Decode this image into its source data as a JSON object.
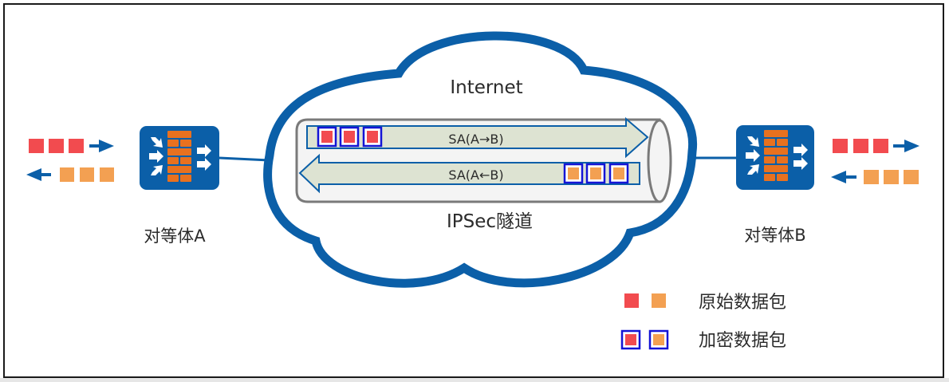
{
  "colors": {
    "brand_blue": "#0b5fa8",
    "packet_red": "#f24b4f",
    "packet_orange": "#f3a052",
    "encrypt_border": "#1414d6",
    "firewall_brick": "#e8711f",
    "tunnel_arrow_fill": "#dde3d2",
    "tunnel_outline": "#7a7a7a",
    "text": "#2b2b2b"
  },
  "cloud": {
    "label": "Internet"
  },
  "tunnel": {
    "label": "IPSec隧道",
    "sa_forward": "SA(A→B)",
    "sa_reverse": "SA(A←B)"
  },
  "peers": {
    "a": {
      "label": "对等体A",
      "icon": "firewall-icon"
    },
    "b": {
      "label": "对等体B",
      "icon": "firewall-icon"
    }
  },
  "legend": {
    "items": [
      {
        "label": "原始数据包",
        "kind": "original"
      },
      {
        "label": "加密数据包",
        "kind": "encrypted"
      }
    ]
  }
}
